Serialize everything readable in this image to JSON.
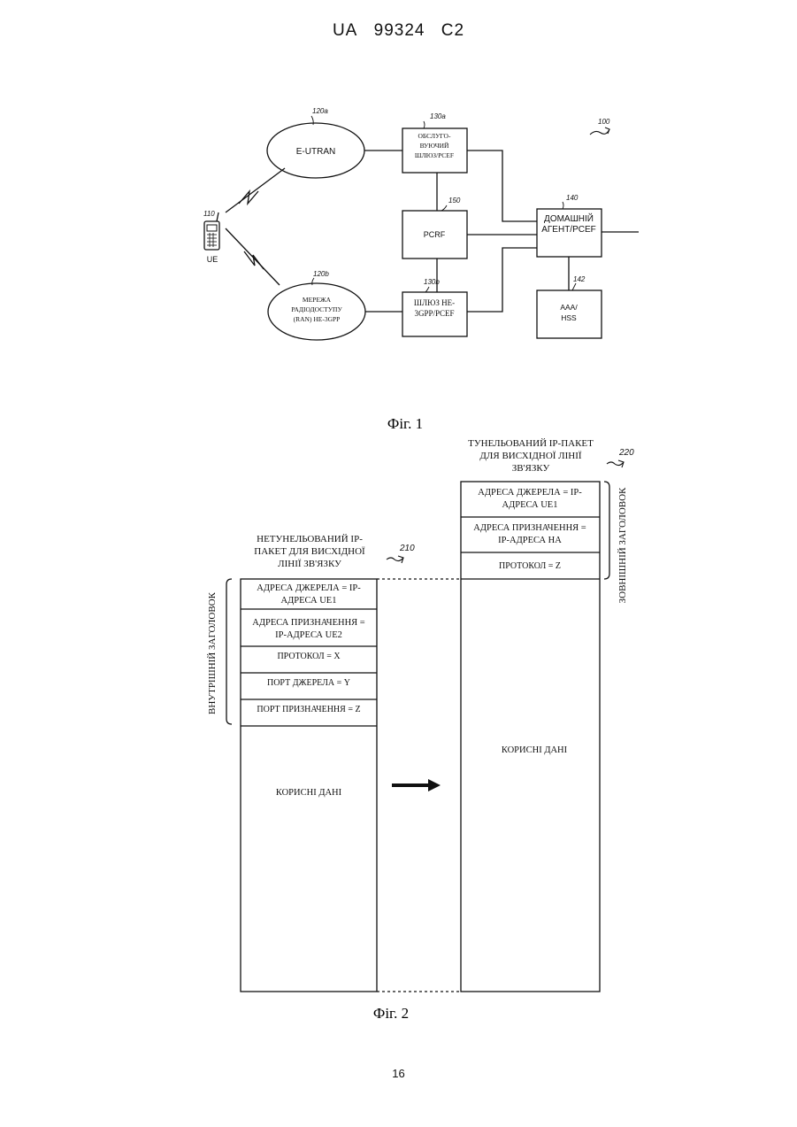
{
  "header": {
    "country": "UA",
    "number": "99324",
    "kind": "C2"
  },
  "page_number": "16",
  "fig1": {
    "caption": "Фіг. 1",
    "system_ref": "100",
    "ue": {
      "ref": "110",
      "label": "UE"
    },
    "eutran": {
      "ref": "120a",
      "label": "E-UTRAN"
    },
    "ran": {
      "ref": "120b",
      "lines": [
        "МЕРЕЖА",
        "РАДІОДОСТУПУ",
        "(RAN) НЕ-3GPP"
      ]
    },
    "serving_gw": {
      "ref": "130a",
      "lines": [
        "ОБСЛУГО-",
        "ВУЮЧИЙ",
        "ШЛЮЗ/PCEF"
      ]
    },
    "non3gpp_gw": {
      "ref": "130b",
      "lines": [
        "ШЛЮЗ НЕ-",
        "3GPP/PCEF"
      ]
    },
    "pcrf": {
      "ref": "150",
      "label": "PCRF"
    },
    "home_agent": {
      "ref": "140",
      "lines": [
        "ДОМАШНІЙ",
        "АГЕНТ/PCEF"
      ]
    },
    "aaa": {
      "ref": "142",
      "lines": [
        "AAA/",
        "HSS"
      ]
    }
  },
  "fig2": {
    "caption": "Фіг. 2",
    "inner": {
      "ref": "210",
      "title_lines": [
        "НЕТУНЕЛЬОВАНИЙ IP-",
        "ПАКЕТ ДЛЯ ВИСХІДНОЇ",
        "ЛІНІЇ ЗВ'ЯЗКУ"
      ],
      "header_label": "ВНУТРІШНІЙ ЗАГОЛОВОК",
      "fields": [
        [
          "АДРЕСА ДЖЕРЕЛА = IP-",
          "АДРЕСА UE1"
        ],
        [
          "АДРЕСА ПРИЗНАЧЕННЯ =",
          "IP-АДРЕСА UE2"
        ],
        [
          "ПРОТОКОЛ = X"
        ],
        [
          "ПОРТ ДЖЕРЕЛА = Y"
        ],
        [
          "ПОРТ ПРИЗНАЧЕННЯ = Z"
        ]
      ],
      "payload": "КОРИСНІ ДАНІ"
    },
    "outer": {
      "ref": "220",
      "title_lines": [
        "ТУНЕЛЬОВАНИЙ IP-ПАКЕТ",
        "ДЛЯ ВИСХІДНОЇ ЛІНІЇ",
        "ЗВ'ЯЗКУ"
      ],
      "header_label": "ЗОВНІШНІЙ ЗАГОЛОВОК",
      "fields": [
        [
          "АДРЕСА ДЖЕРЕЛА = IP-",
          "АДРЕСА UE1"
        ],
        [
          "АДРЕСА ПРИЗНАЧЕННЯ =",
          "IP-АДРЕСА НА"
        ],
        [
          "ПРОТОКОЛ = Z"
        ]
      ],
      "payload": "КОРИСНІ ДАНІ"
    }
  }
}
